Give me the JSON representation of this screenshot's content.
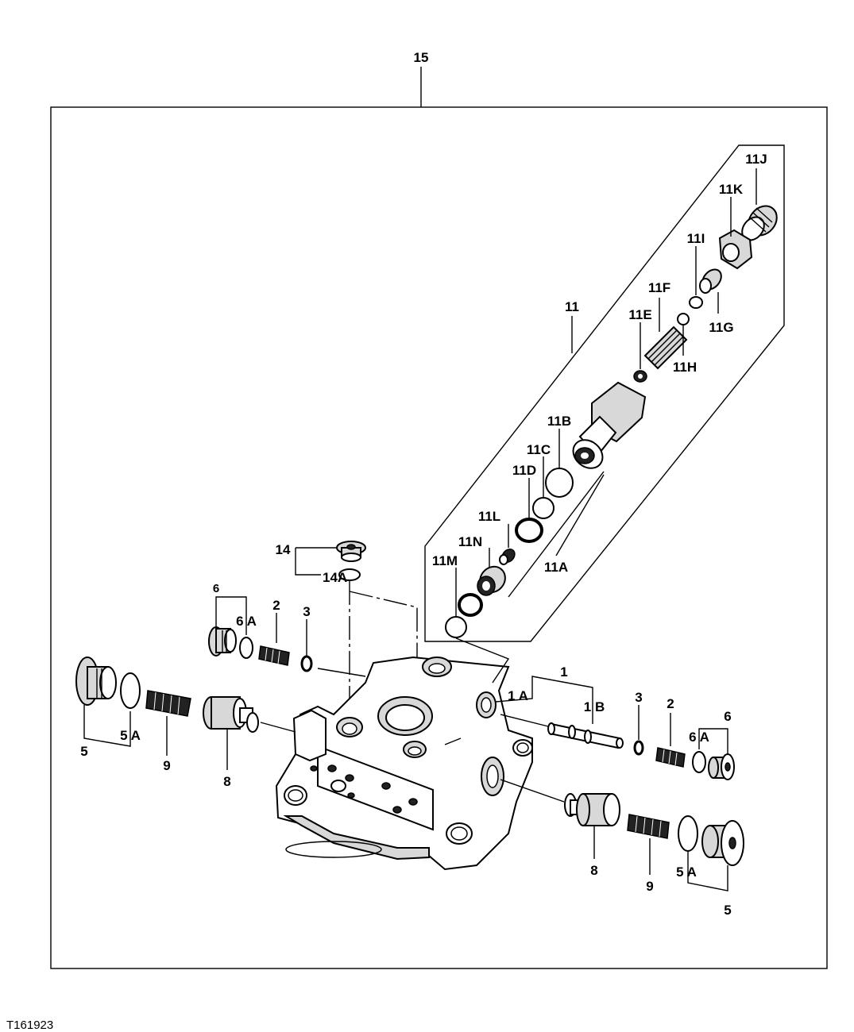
{
  "figure_id": "T161923",
  "labels": {
    "l15": "15",
    "l11": "11",
    "l11J": "11J",
    "l11K": "11K",
    "l11I": "11I",
    "l11F": "11F",
    "l11E": "11E",
    "l11G": "11G",
    "l11H": "11H",
    "l11B": "11B",
    "l11C": "11C",
    "l11D": "11D",
    "l11L": "11L",
    "l11N": "11N",
    "l11M": "11M",
    "l11A": "11A",
    "l14": "14",
    "l14A": "14A",
    "l6L": "6",
    "l6AL": "6 A",
    "l2L": "2",
    "l3L": "3",
    "l5L": "5",
    "l5AL": "5 A",
    "l9L": "9",
    "l8L": "8",
    "l1": "1",
    "l1A": "1 A",
    "l1B": "1 B",
    "l3R": "3",
    "l2R": "2",
    "l6R": "6",
    "l6AR": "6 A",
    "l8R": "8",
    "l9R": "9",
    "l5AR": "5 A",
    "l5R": "5"
  }
}
